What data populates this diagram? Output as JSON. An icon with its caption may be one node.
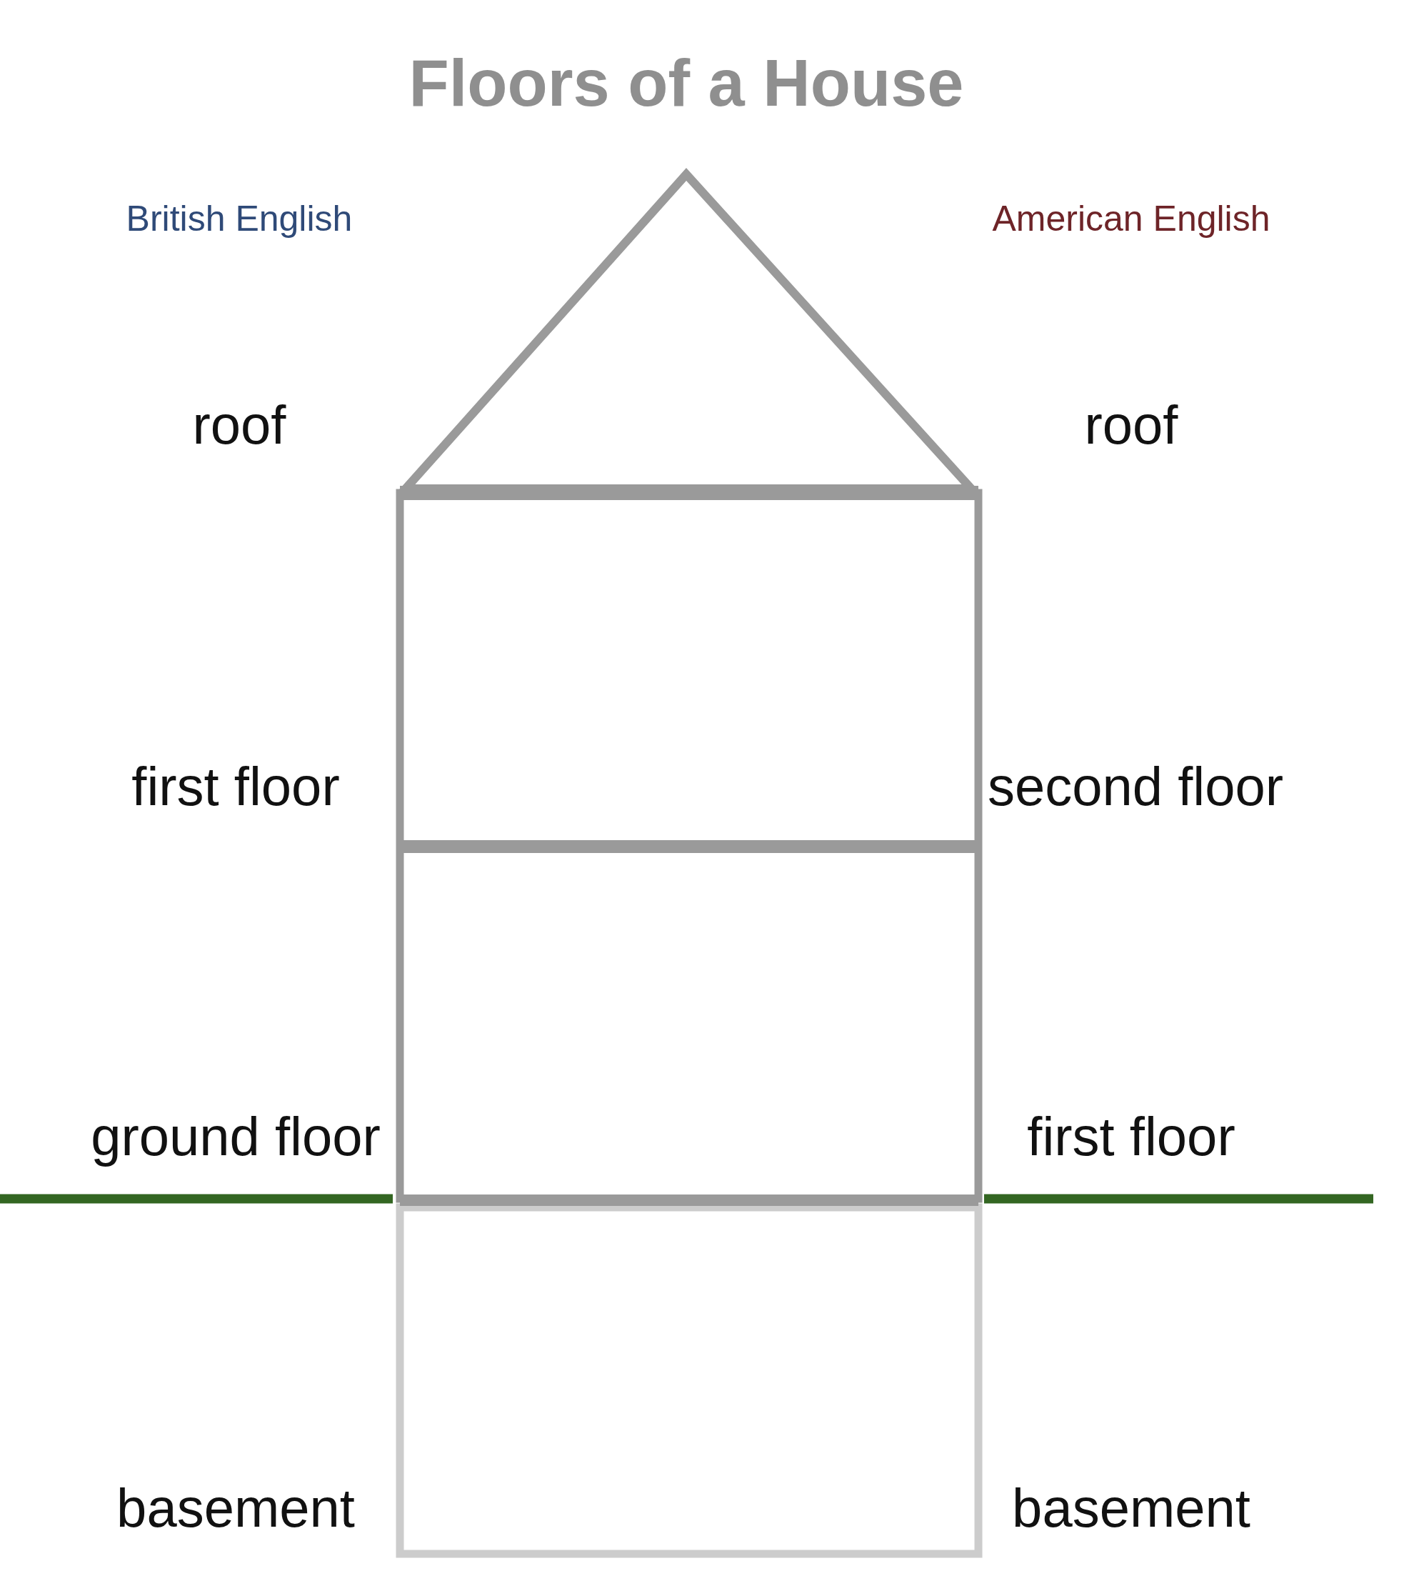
{
  "diagram": {
    "title": "Floors of a House",
    "labels": [
      "British English",
      "American English",
      "roof",
      "roof",
      "first floor",
      "second floor",
      "ground floor",
      "first floor",
      "basement",
      "basement"
    ]
  }
}
